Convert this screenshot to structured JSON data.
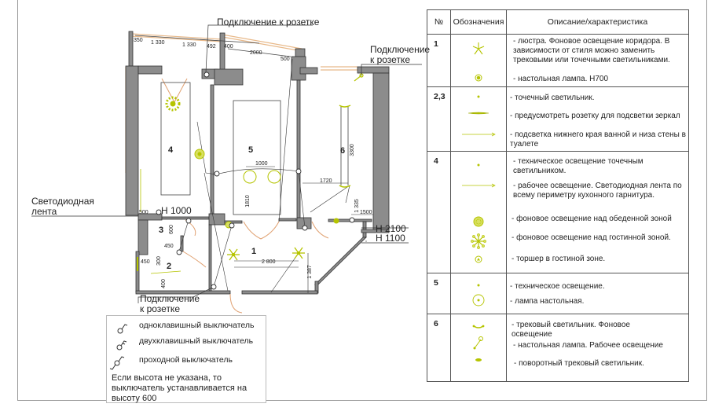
{
  "plan": {
    "callouts": {
      "socket_top": "Подключение к розетке",
      "socket_right_line1": "Подключение",
      "socket_right_line2": "к розетке",
      "led_strip_line1": "Светодиодная",
      "led_strip_line2": "лента",
      "socket_bottom_line1": "Подключение",
      "socket_bottom_line2": "к розетке",
      "height_1000": "H 1000",
      "height_2100": "H 2100",
      "height_1100": "H 1100"
    },
    "rooms": [
      "1",
      "2",
      "3",
      "4",
      "5",
      "6"
    ],
    "dimensions": {
      "d350": "350",
      "d1330a": "1 330",
      "d1330b": "1 330",
      "d492": "492",
      "d400": "400",
      "d2000": "2000",
      "d500top": "500",
      "d1000": "1000",
      "d1810": "1810",
      "d3300": "3300",
      "d1720": "1720",
      "d1335": "1 335",
      "d1500": "1500",
      "d500left": "500",
      "d600": "600",
      "d450a": "450",
      "d450b": "450",
      "d300": "300",
      "d400b": "400",
      "d2800": "2 800",
      "d1387": "1 387"
    }
  },
  "switch_legend": {
    "items": [
      {
        "icon": "single-key-switch-icon",
        "label": "одноклавишный выключатель"
      },
      {
        "icon": "double-key-switch-icon",
        "label": "двухклавишный выключатель"
      },
      {
        "icon": "pass-through-switch-icon",
        "label": "проходной выключатель"
      }
    ],
    "note": "Если высота не указана, то выключатель устанавливается на высоту 600"
  },
  "spec_table": {
    "headers": [
      "№",
      "Обозначения",
      "Описание/характеристика"
    ],
    "rows": [
      {
        "num": "1",
        "items": [
          {
            "icon": "chandelier-icon",
            "text": "- люстра. Фоновое освещение коридора. В зависимости от стиля можно заменить трековыми или точечными светильниками."
          },
          {
            "icon": "table-lamp-dot-icon",
            "text": "- настольная лампа. Н700"
          }
        ]
      },
      {
        "num": "2,3",
        "items": [
          {
            "icon": "spot-light-icon",
            "text": "- точечный светильник."
          },
          {
            "icon": "mirror-light-icon",
            "text": "- предусмотреть розетку для подсветки зеркал"
          },
          {
            "icon": "led-line-icon",
            "text": "- подсветка нижнего края ванной и низа стены в туалете"
          }
        ]
      },
      {
        "num": "4",
        "items": [
          {
            "icon": "spot-light-icon",
            "text": "- техническое освещение точечным светильником."
          },
          {
            "icon": "led-line-icon",
            "text": "- рабочее освещение. Светодиодная лента по всему периметру кухонного гарнитура."
          },
          {
            "icon": "dining-pendant-icon",
            "text": "- фоновое освещение над обеденной зоной"
          },
          {
            "icon": "living-chandelier-icon",
            "text": "- фоновое освещение над гостинной зоной."
          },
          {
            "icon": "floor-lamp-icon",
            "text": "- торшер в гостиной зоне."
          }
        ]
      },
      {
        "num": "5",
        "items": [
          {
            "icon": "spot-light-icon",
            "text": "- техническое освещение."
          },
          {
            "icon": "desk-lamp-ring-icon",
            "text": "- лампа настольная."
          }
        ]
      },
      {
        "num": "6",
        "items": [
          {
            "icon": "track-light-icon",
            "text": "- трековый светильник. Фоновое освещение"
          },
          {
            "icon": "desk-lamp-arm-icon",
            "text": "- настольная лампа. Рабочее освещение"
          },
          {
            "icon": "swivel-track-light-icon",
            "text": "- поворотный трековый светильник."
          }
        ]
      }
    ]
  },
  "colors": {
    "wall": "#8c8c8c",
    "wall_stroke": "#333333",
    "window": "#e8b98a",
    "fixture": "#b5c400",
    "door": "#e0a070",
    "line": "#333333"
  }
}
